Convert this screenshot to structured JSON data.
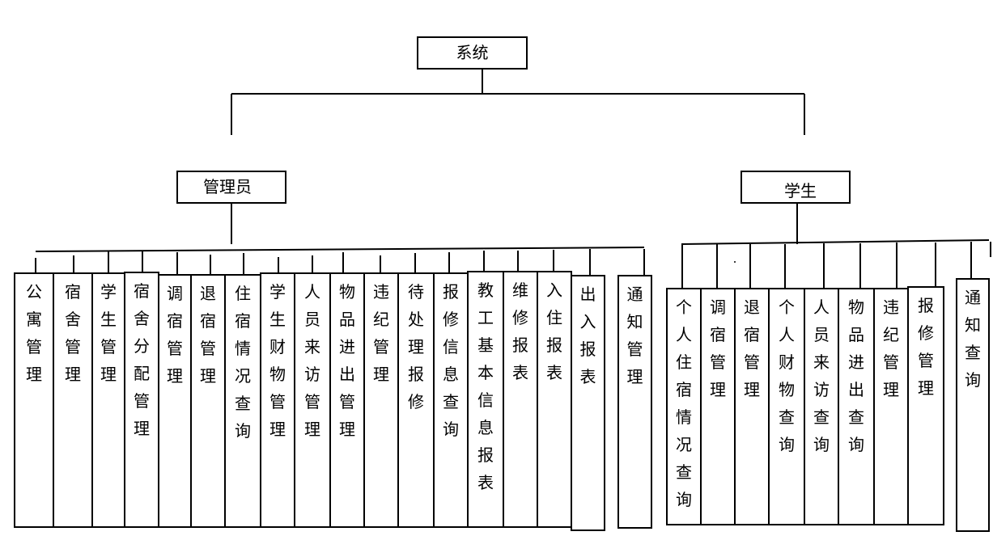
{
  "root": {
    "label": "系统"
  },
  "admin": {
    "label": "管理员",
    "items": [
      {
        "label": "公寓管理"
      },
      {
        "label": "宿舍管理"
      },
      {
        "label": "学生管理"
      },
      {
        "label": "宿舍分配管理"
      },
      {
        "label": "调宿管理"
      },
      {
        "label": "退宿管理"
      },
      {
        "label": "住宿情况查询"
      },
      {
        "label": "学生财物管理"
      },
      {
        "label": "人员来访管理"
      },
      {
        "label": "物品进出管理"
      },
      {
        "label": "违纪管理"
      },
      {
        "label": "待处理报修"
      },
      {
        "label": "报修信息查询"
      },
      {
        "label": "教工基本信息报表"
      },
      {
        "label": "维修报表"
      },
      {
        "label": "入住报表"
      },
      {
        "label": "出入报表"
      },
      {
        "label": "通知管理"
      }
    ]
  },
  "student": {
    "label": "学生",
    "items": [
      {
        "label": "个人住宿情况查询"
      },
      {
        "label": "调宿管理"
      },
      {
        "label": "退宿管理"
      },
      {
        "label": "个人财物查询"
      },
      {
        "label": "人员来访查询"
      },
      {
        "label": "物品进出查询"
      },
      {
        "label": "违纪管理"
      },
      {
        "label": "报修管理"
      },
      {
        "label": "通知查询"
      }
    ]
  }
}
